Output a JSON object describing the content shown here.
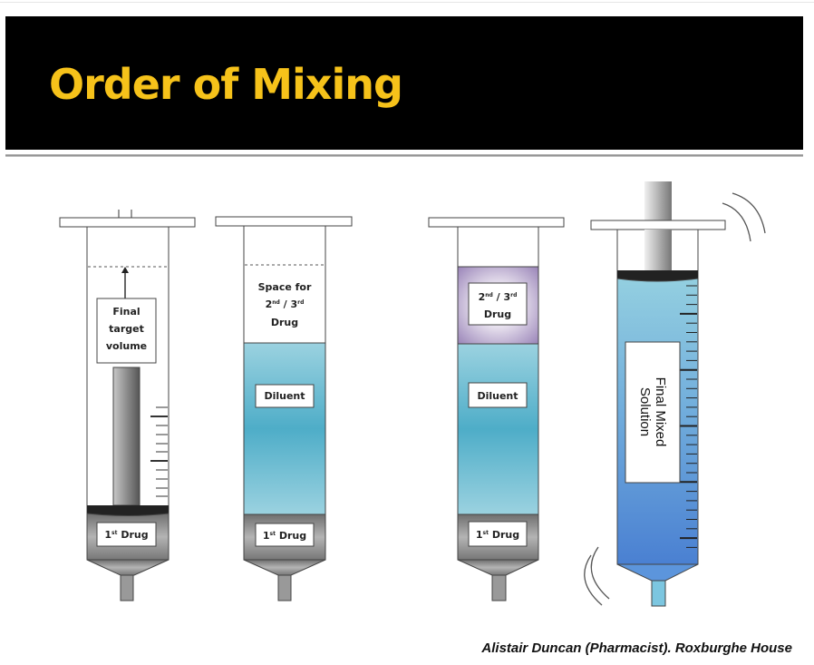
{
  "title": "Order of Mixing",
  "syringes": [
    {
      "target_label": [
        "Final",
        "target",
        "volume"
      ],
      "drug1": {
        "num": "1",
        "sup": "st",
        "text": " Drug"
      }
    },
    {
      "space_label": {
        "line1": "Space for",
        "a": "2",
        "a_sup": "nd",
        "mid": " / 3",
        "b_sup": "rd",
        "line3": "Drug"
      },
      "diluent": "Diluent",
      "drug1": {
        "num": "1",
        "sup": "st",
        "text": " Drug"
      }
    },
    {
      "drug23": {
        "a": "2",
        "a_sup": "nd",
        "mid": " / 3",
        "b_sup": "rd",
        "line2": "Drug"
      },
      "diluent": "Diluent",
      "drug1": {
        "num": "1",
        "sup": "st",
        "text": " Drug"
      }
    },
    {
      "final_label": [
        "Final Mixed",
        "Solution"
      ]
    }
  ],
  "credit": "Alistair Duncan (Pharmacist). Roxburghe House",
  "colors": {
    "title": "#f6c21a",
    "diluent": "#4fb0c9",
    "drug23": "#9a85b8",
    "final": "#4f87d4"
  }
}
